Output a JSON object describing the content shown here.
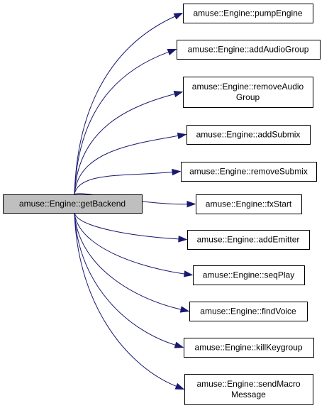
{
  "root": {
    "name": "getbackend",
    "lines": [
      "amuse::Engine::getBackend"
    ]
  },
  "callees": [
    {
      "name": "pumpengine",
      "lines": [
        "amuse::Engine::pumpEngine"
      ]
    },
    {
      "name": "addaudiogroup",
      "lines": [
        "amuse::Engine::addAudioGroup"
      ]
    },
    {
      "name": "removeaudiogroup",
      "lines": [
        "amuse::Engine::removeAudio",
        "Group"
      ]
    },
    {
      "name": "addsubmix",
      "lines": [
        "amuse::Engine::addSubmix"
      ]
    },
    {
      "name": "removesubmix",
      "lines": [
        "amuse::Engine::removeSubmix"
      ]
    },
    {
      "name": "fxstart",
      "lines": [
        "amuse::Engine::fxStart"
      ]
    },
    {
      "name": "addemitter",
      "lines": [
        "amuse::Engine::addEmitter"
      ]
    },
    {
      "name": "seqplay",
      "lines": [
        "amuse::Engine::seqPlay"
      ]
    },
    {
      "name": "findvoice",
      "lines": [
        "amuse::Engine::findVoice"
      ]
    },
    {
      "name": "killkeygroup",
      "lines": [
        "amuse::Engine::killKeygroup"
      ]
    },
    {
      "name": "sendmacromessage",
      "lines": [
        "amuse::Engine::sendMacro",
        "Message"
      ]
    }
  ],
  "colors": {
    "edge": "#191970",
    "root_fill": "#bfbfbf",
    "node_fill": "#ffffff",
    "node_stroke": "#000000"
  }
}
